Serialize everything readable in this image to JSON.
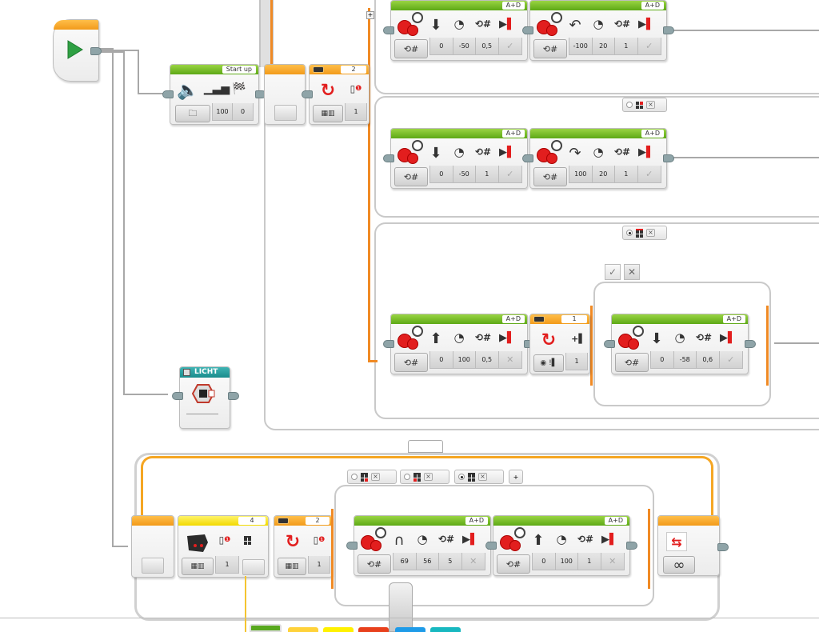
{
  "start_block": {
    "icon": "play-icon"
  },
  "sound_block": {
    "header": "Start up",
    "values": [
      "100",
      "0"
    ],
    "icons": [
      "speaker-icon",
      "volume-icon",
      "finish-flag-icon"
    ],
    "mode_icon": "folder-icon"
  },
  "switch_sensor_top": {
    "header": "2",
    "values": [
      "1"
    ],
    "icons": [
      "sensor-compare-icon",
      "port-icon"
    ],
    "mode_icon": "ports-icon"
  },
  "top_switch_cases": [
    {
      "radio_selected": false,
      "case_icon": "brick-button-right-icon"
    },
    {
      "radio_selected": true,
      "case_icon": "brick-button-up-icon"
    }
  ],
  "motor_rows": [
    [
      {
        "header": "A+D",
        "values": [
          "0",
          "-50",
          "0,5",
          "✓"
        ],
        "direction_icon": "arrow-down-icon",
        "mode_icon": "rotations-icon"
      },
      {
        "header": "A+D",
        "values": [
          "-100",
          "20",
          "1",
          "✓"
        ],
        "direction_icon": "turn-left-icon",
        "mode_icon": "rotations-icon"
      }
    ],
    [
      {
        "header": "A+D",
        "values": [
          "0",
          "-50",
          "1",
          "✓"
        ],
        "direction_icon": "arrow-down-icon",
        "mode_icon": "rotations-icon"
      },
      {
        "header": "A+D",
        "values": [
          "100",
          "20",
          "1",
          "✓"
        ],
        "direction_icon": "turn-right-icon",
        "mode_icon": "rotations-icon"
      }
    ],
    [
      {
        "header": "A+D",
        "values": [
          "0",
          "100",
          "0,5",
          "✕"
        ],
        "direction_icon": "arrow-up-icon",
        "mode_icon": "rotations-icon"
      }
    ]
  ],
  "nested_switch": {
    "header": "1",
    "values": [
      "1"
    ],
    "mode_icon": "color-sensor-icon",
    "tabs": [
      "✓",
      "✕"
    ]
  },
  "nested_motor": {
    "header": "A+D",
    "values": [
      "0",
      "-58",
      "0,6",
      "✓"
    ],
    "direction_icon": "arrow-down-icon",
    "mode_icon": "rotations-icon"
  },
  "my_block": {
    "header": "LICHT",
    "icon": "my-block-icon"
  },
  "bottom_loop": {
    "ir_block": {
      "header": "4",
      "values": [
        "1"
      ],
      "mode_icon": "ports-icon"
    },
    "switch_block": {
      "header": "2",
      "values": [
        "1"
      ],
      "mode_icon": "ports-icon"
    },
    "case_tabs": [
      {
        "radio_selected": false,
        "red_index": 3
      },
      {
        "radio_selected": false,
        "red_index": 2
      },
      {
        "radio_selected": true,
        "red_index": -1
      }
    ],
    "add_case_label": "+",
    "motors": [
      {
        "header": "A+D",
        "values": [
          "69",
          "56",
          "5",
          "✕"
        ],
        "direction_icon": "u-turn-icon",
        "mode_icon": "rotations-icon"
      },
      {
        "header": "A+D",
        "values": [
          "0",
          "100",
          "1",
          "✕"
        ],
        "direction_icon": "arrow-up-icon",
        "mode_icon": "rotations-icon"
      }
    ],
    "loop_end": {
      "mode_label": "∞",
      "icon": "loop-icon"
    }
  },
  "top_add_label": "+",
  "palette_colors": [
    "#58a81e",
    "#ffd23a",
    "#fff100",
    "#e8401c",
    "#1e9be8",
    "#18b8c0"
  ]
}
